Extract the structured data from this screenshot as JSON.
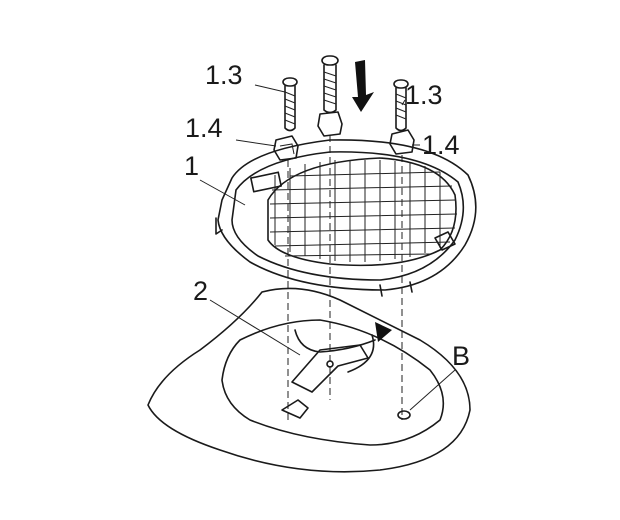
{
  "labels": {
    "screw_left": "1.3",
    "screw_right": "1.3",
    "nut_left": "1.4",
    "nut_right": "1.4",
    "plate": "1",
    "bracket": "2",
    "point_b": "B"
  },
  "colors": {
    "line": "#1a1a1a",
    "background": "#ffffff"
  }
}
